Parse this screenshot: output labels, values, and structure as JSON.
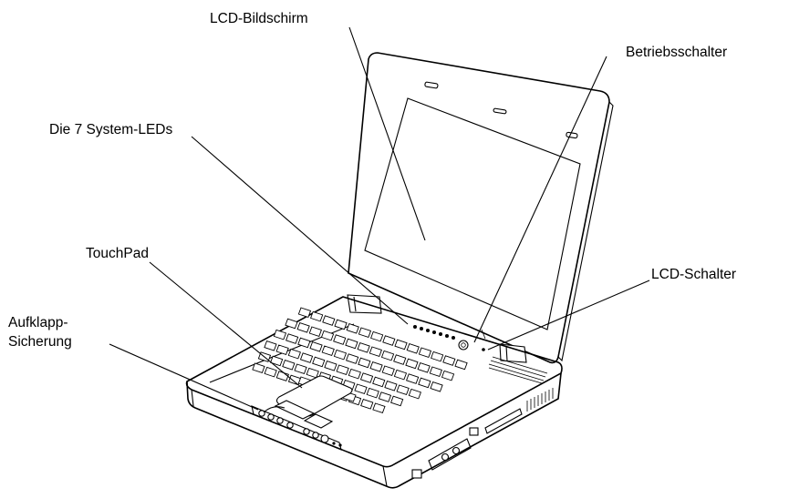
{
  "labels": {
    "lcd_screen": "LCD-Bildschirm",
    "power_switch": "Betriebsschalter",
    "system_leds": "Die 7 System-LEDs",
    "touchpad": "TouchPad",
    "lcd_switch": "LCD-Schalter",
    "latch_line1": "Aufklapp-",
    "latch_line2": "Sicherung"
  }
}
